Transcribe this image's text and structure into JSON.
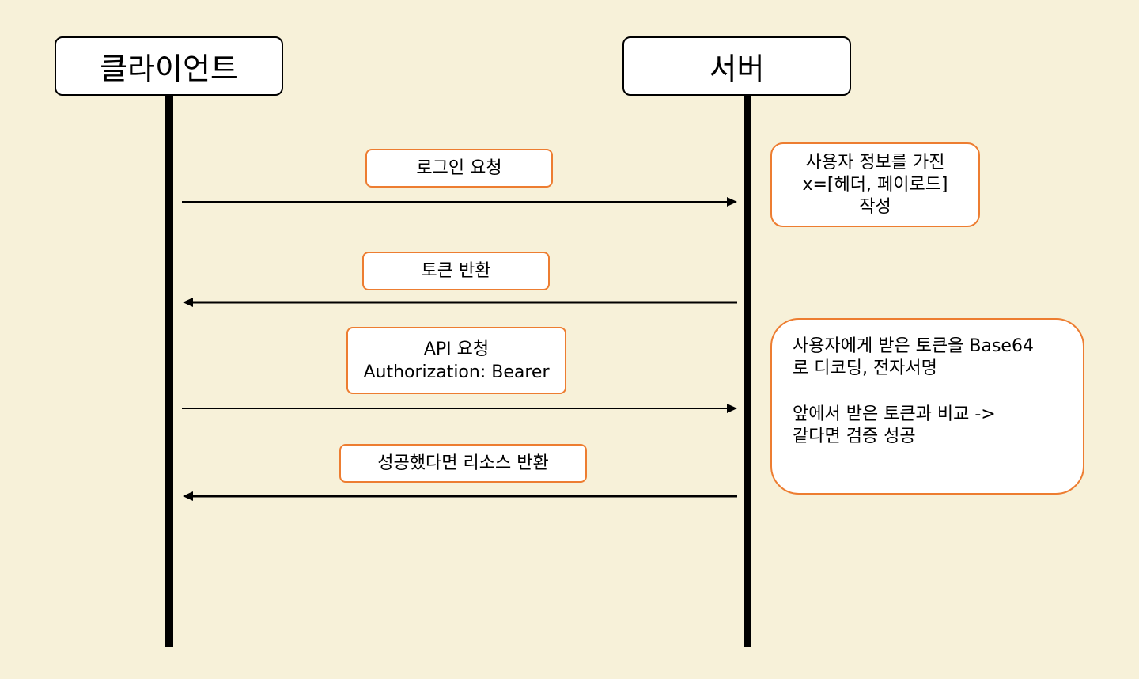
{
  "actors": {
    "client": "클라이언트",
    "server": "서버"
  },
  "messages": [
    {
      "lines": [
        "로그인 요청"
      ],
      "direction": "client-to-server"
    },
    {
      "lines": [
        "토큰 반환"
      ],
      "direction": "server-to-client"
    },
    {
      "lines": [
        "API 요청",
        "Authorization: Bearer"
      ],
      "direction": "client-to-server"
    },
    {
      "lines": [
        "성공했다면 리소스 반환"
      ],
      "direction": "server-to-client"
    }
  ],
  "notes": [
    {
      "lines": [
        "사용자 정보를 가진",
        "x=[헤더, 페이로드]",
        "작성"
      ]
    },
    {
      "lines": [
        "사용자에게 받은 토큰을 Base64",
        "로 디코딩, 전자서명",
        "",
        "앞에서 받은 토큰과 비교 ->",
        "같다면 검증 성공"
      ]
    }
  ],
  "colors": {
    "background": "#f7f1d9",
    "note_border": "#ed7d31",
    "line": "#000000"
  }
}
